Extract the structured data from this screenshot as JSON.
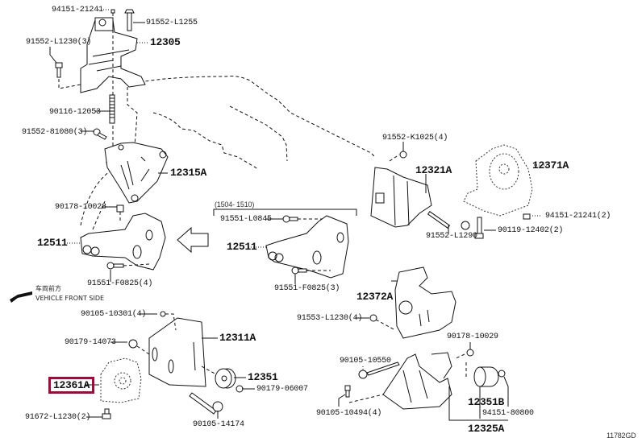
{
  "diagram": {
    "title_code": "11782GD",
    "highlight_color": "#8b1538",
    "direction_note": {
      "cn": "车両前方",
      "en": "VEHICLE FRONT SIDE"
    },
    "variant_bracket_label": "(1504- 1510)",
    "labels": [
      {
        "id": "l1",
        "text": "94151-21241",
        "size": "small"
      },
      {
        "id": "l2",
        "text": "91552-L1255",
        "size": "small"
      },
      {
        "id": "l3",
        "text": "91552-L1230(3)",
        "size": "small"
      },
      {
        "id": "l4",
        "text": "12305",
        "size": "big"
      },
      {
        "id": "l5",
        "text": "90116-12053",
        "size": "small"
      },
      {
        "id": "l6",
        "text": "91552-81080(3)",
        "size": "small"
      },
      {
        "id": "l7",
        "text": "12315A",
        "size": "big"
      },
      {
        "id": "l8",
        "text": "90178-10028",
        "size": "small"
      },
      {
        "id": "l9",
        "text": "12511",
        "size": "big"
      },
      {
        "id": "l10",
        "text": "91551-F0825(4)",
        "size": "small"
      },
      {
        "id": "l11",
        "text": "91551-L0845",
        "size": "small"
      },
      {
        "id": "l12",
        "text": "12511",
        "size": "big"
      },
      {
        "id": "l13",
        "text": "91551-F0825(3)",
        "size": "small"
      },
      {
        "id": "l14",
        "text": "91552-K1025(4)",
        "size": "small"
      },
      {
        "id": "l15",
        "text": "12321A",
        "size": "big"
      },
      {
        "id": "l16",
        "text": "91552-L1290",
        "size": "small"
      },
      {
        "id": "l17",
        "text": "12371A",
        "size": "big"
      },
      {
        "id": "l18",
        "text": "94151-21241(2)",
        "size": "small"
      },
      {
        "id": "l19",
        "text": "90119-12402(2)",
        "size": "small"
      },
      {
        "id": "l20",
        "text": "90105-10301(4)",
        "size": "small"
      },
      {
        "id": "l21",
        "text": "90179-14073",
        "size": "small"
      },
      {
        "id": "l22",
        "text": "12311A",
        "size": "big"
      },
      {
        "id": "l23",
        "text": "12361A",
        "size": "big",
        "highlighted": true
      },
      {
        "id": "l24",
        "text": "12351",
        "size": "big"
      },
      {
        "id": "l25",
        "text": "90179-06007",
        "size": "small"
      },
      {
        "id": "l26",
        "text": "91672-L1230(2)",
        "size": "small"
      },
      {
        "id": "l27",
        "text": "90105-14174",
        "size": "small"
      },
      {
        "id": "l28",
        "text": "12372A",
        "size": "big"
      },
      {
        "id": "l29",
        "text": "91553-L1230(4)",
        "size": "small"
      },
      {
        "id": "l30",
        "text": "90178-10029",
        "size": "small"
      },
      {
        "id": "l31",
        "text": "90105-10550",
        "size": "small"
      },
      {
        "id": "l32",
        "text": "90105-10494(4)",
        "size": "small"
      },
      {
        "id": "l33",
        "text": "12351B",
        "size": "big"
      },
      {
        "id": "l34",
        "text": "94151-80800",
        "size": "small"
      },
      {
        "id": "l35",
        "text": "12325A",
        "size": "big"
      }
    ]
  }
}
